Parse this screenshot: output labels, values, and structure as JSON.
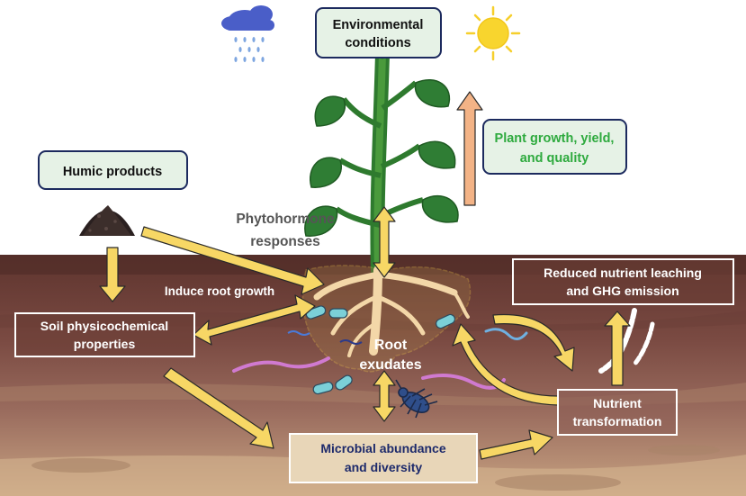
{
  "boxes": {
    "environment": {
      "line1": "Environmental",
      "line2": "conditions"
    },
    "humic": {
      "line1": "Humic products"
    },
    "plant_growth": {
      "line1": "Plant growth, yield,",
      "line2": "and quality"
    },
    "reduced": {
      "line1": "Reduced nutrient leaching",
      "line2": "and GHG emission"
    },
    "soil": {
      "line1": "Soil physicochemical",
      "line2": "properties"
    },
    "nutrient": {
      "line1": "Nutrient",
      "line2": "transformation"
    },
    "microbial": {
      "line1": "Microbial abundance",
      "line2": "and diversity"
    }
  },
  "labels": {
    "phytohormone": {
      "line1": "Phytohormone",
      "line2": "responses"
    },
    "induce_root": "Induce root growth",
    "root_exudates": {
      "line1": "Root",
      "line2": "exudates"
    }
  },
  "icons": [
    "rain-cloud-icon",
    "sun-icon",
    "humic-powder-icon",
    "plant-icon",
    "microbe-icon",
    "worm-icon",
    "insect-icon"
  ],
  "colors": {
    "arrow_yellow": "#f7d765",
    "arrow_orange": "#f3b386",
    "box_green_fill": "#e6f2e6",
    "plant_growth_text": "#2eaa3e",
    "microbial_text": "#1d2a6b",
    "soil_dark": "#6b3d35",
    "soil_mid": "#8c5e55",
    "soil_light": "#c9a582"
  }
}
